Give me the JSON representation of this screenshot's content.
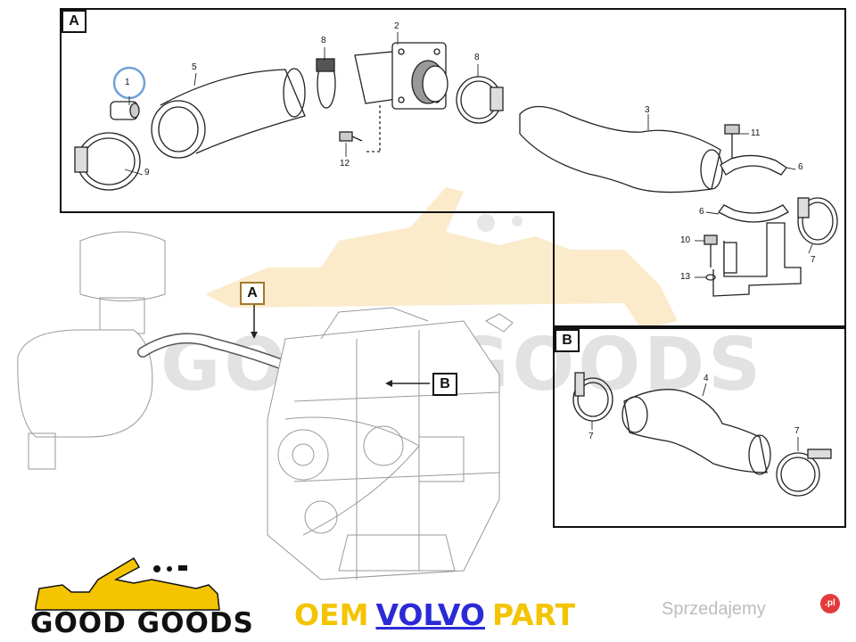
{
  "sections": {
    "a": "A",
    "b": "B"
  },
  "callouts": {
    "p1": "1",
    "p2": "2",
    "p3": "3",
    "p4": "4",
    "p5": "5",
    "p6a": "6",
    "p6b": "6",
    "p7a": "7",
    "p7b": "7",
    "p7c": "7",
    "p8a": "8",
    "p8b": "8",
    "p9": "9",
    "p10": "10",
    "p11": "11",
    "p12": "12",
    "p13": "13"
  },
  "overview_markers": {
    "a": "A",
    "b": "B"
  },
  "watermark": {
    "text": "GOOD GOODS",
    "color": "#f3c76a"
  },
  "footer": {
    "logo_text": "GOOD GOODS",
    "oem_prefix": "OEM",
    "oem_brand": "VOLVO",
    "oem_suffix": "PART",
    "accent_yellow": "#f4c400",
    "link_blue": "#2b2bd6",
    "site": "Sprzedajemy",
    "site_badge": ".pl"
  }
}
